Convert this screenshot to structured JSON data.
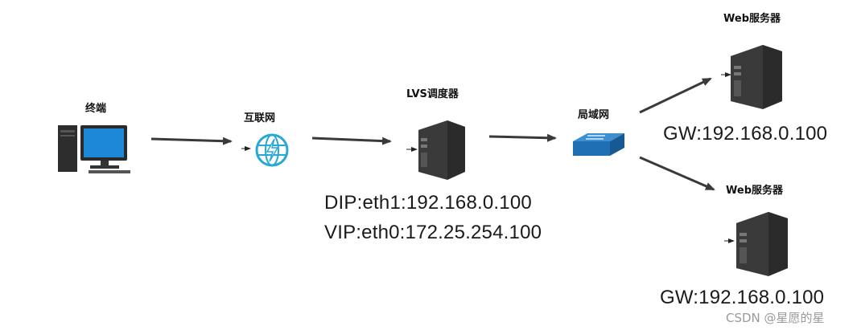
{
  "nodes": {
    "terminal": {
      "label": "终端"
    },
    "internet": {
      "label": "互联网"
    },
    "lvs": {
      "label": "LVS调度器"
    },
    "lan": {
      "label": "局域网"
    },
    "web1": {
      "label": "Web服务器"
    },
    "web2": {
      "label": "Web服务器"
    }
  },
  "annotations": {
    "lvs_dip": "DIP:eth1:192.168.0.100",
    "lvs_vip": "VIP:eth0:172.25.254.100",
    "web1_gw": "GW:192.168.0.100",
    "web2_gw": "GW:192.168.0.100"
  },
  "watermark": "CSDN @星愿的星",
  "colors": {
    "arrow": "#3a3a3a",
    "internet": "#27a9d8",
    "switch": "#1f6fb3",
    "server": "#2b2b2b",
    "monitor": "#1e88d8"
  },
  "icons": {
    "terminal": "desktop-computer-icon",
    "internet": "globe-network-icon",
    "lvs": "server-tower-icon",
    "lan": "network-switch-icon",
    "web1": "server-tower-icon",
    "web2": "server-tower-icon"
  }
}
